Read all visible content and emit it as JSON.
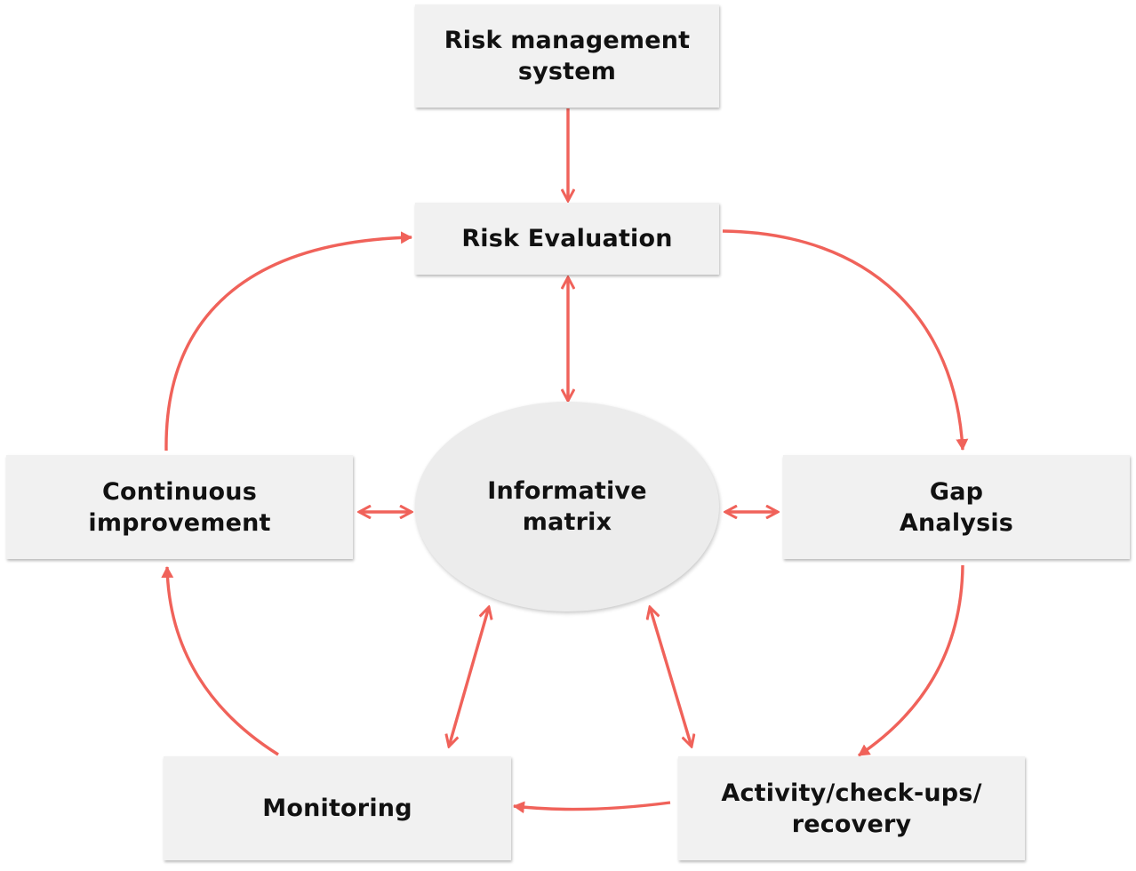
{
  "nodes": {
    "risk_management_system": [
      "Risk management",
      "system"
    ],
    "risk_evaluation": [
      "Risk Evaluation"
    ],
    "informative_matrix": [
      "Informative",
      "matrix"
    ],
    "continuous_improvement": [
      "Continuous",
      "improvement"
    ],
    "gap_analysis": [
      "Gap",
      "Analysis"
    ],
    "monitoring": [
      "Monitoring"
    ],
    "activity_checkups_recovery": [
      "Activity/check-ups/",
      "recovery"
    ]
  },
  "colors": {
    "arrow": "#f0625a",
    "box_fill": "#f1f1f1",
    "text": "#111111"
  }
}
